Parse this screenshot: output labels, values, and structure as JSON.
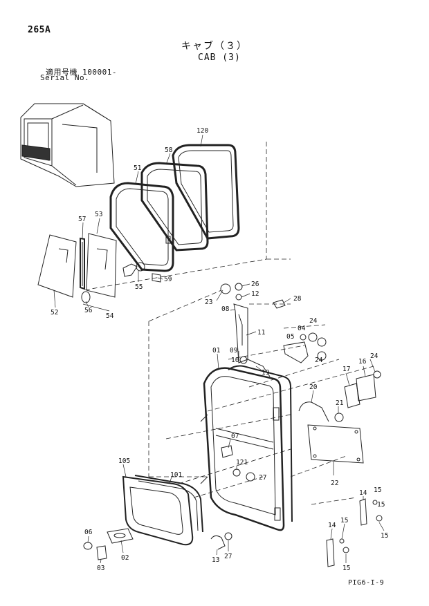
{
  "header": {
    "page_code": "265A",
    "title_jp": "キャブ（３）",
    "title_en": "CAB (3)",
    "serial_label_jp": "適用号機",
    "serial_value": "100001-",
    "serial_label_en": "Serial No."
  },
  "footer": {
    "figure_code": "PIG6-I-9"
  },
  "callouts": [
    "120",
    "58",
    "51",
    "57",
    "53",
    "52",
    "56",
    "54",
    "55",
    "59",
    "26",
    "12",
    "28",
    "23",
    "08",
    "11",
    "04",
    "24",
    "05",
    "24",
    "09",
    "10",
    "19",
    "01",
    "16",
    "24",
    "17",
    "20",
    "21",
    "07",
    "121",
    "27",
    "22",
    "105",
    "101",
    "06",
    "02",
    "03",
    "14",
    "15",
    "15",
    "15",
    "13",
    "27",
    "14",
    "15"
  ]
}
